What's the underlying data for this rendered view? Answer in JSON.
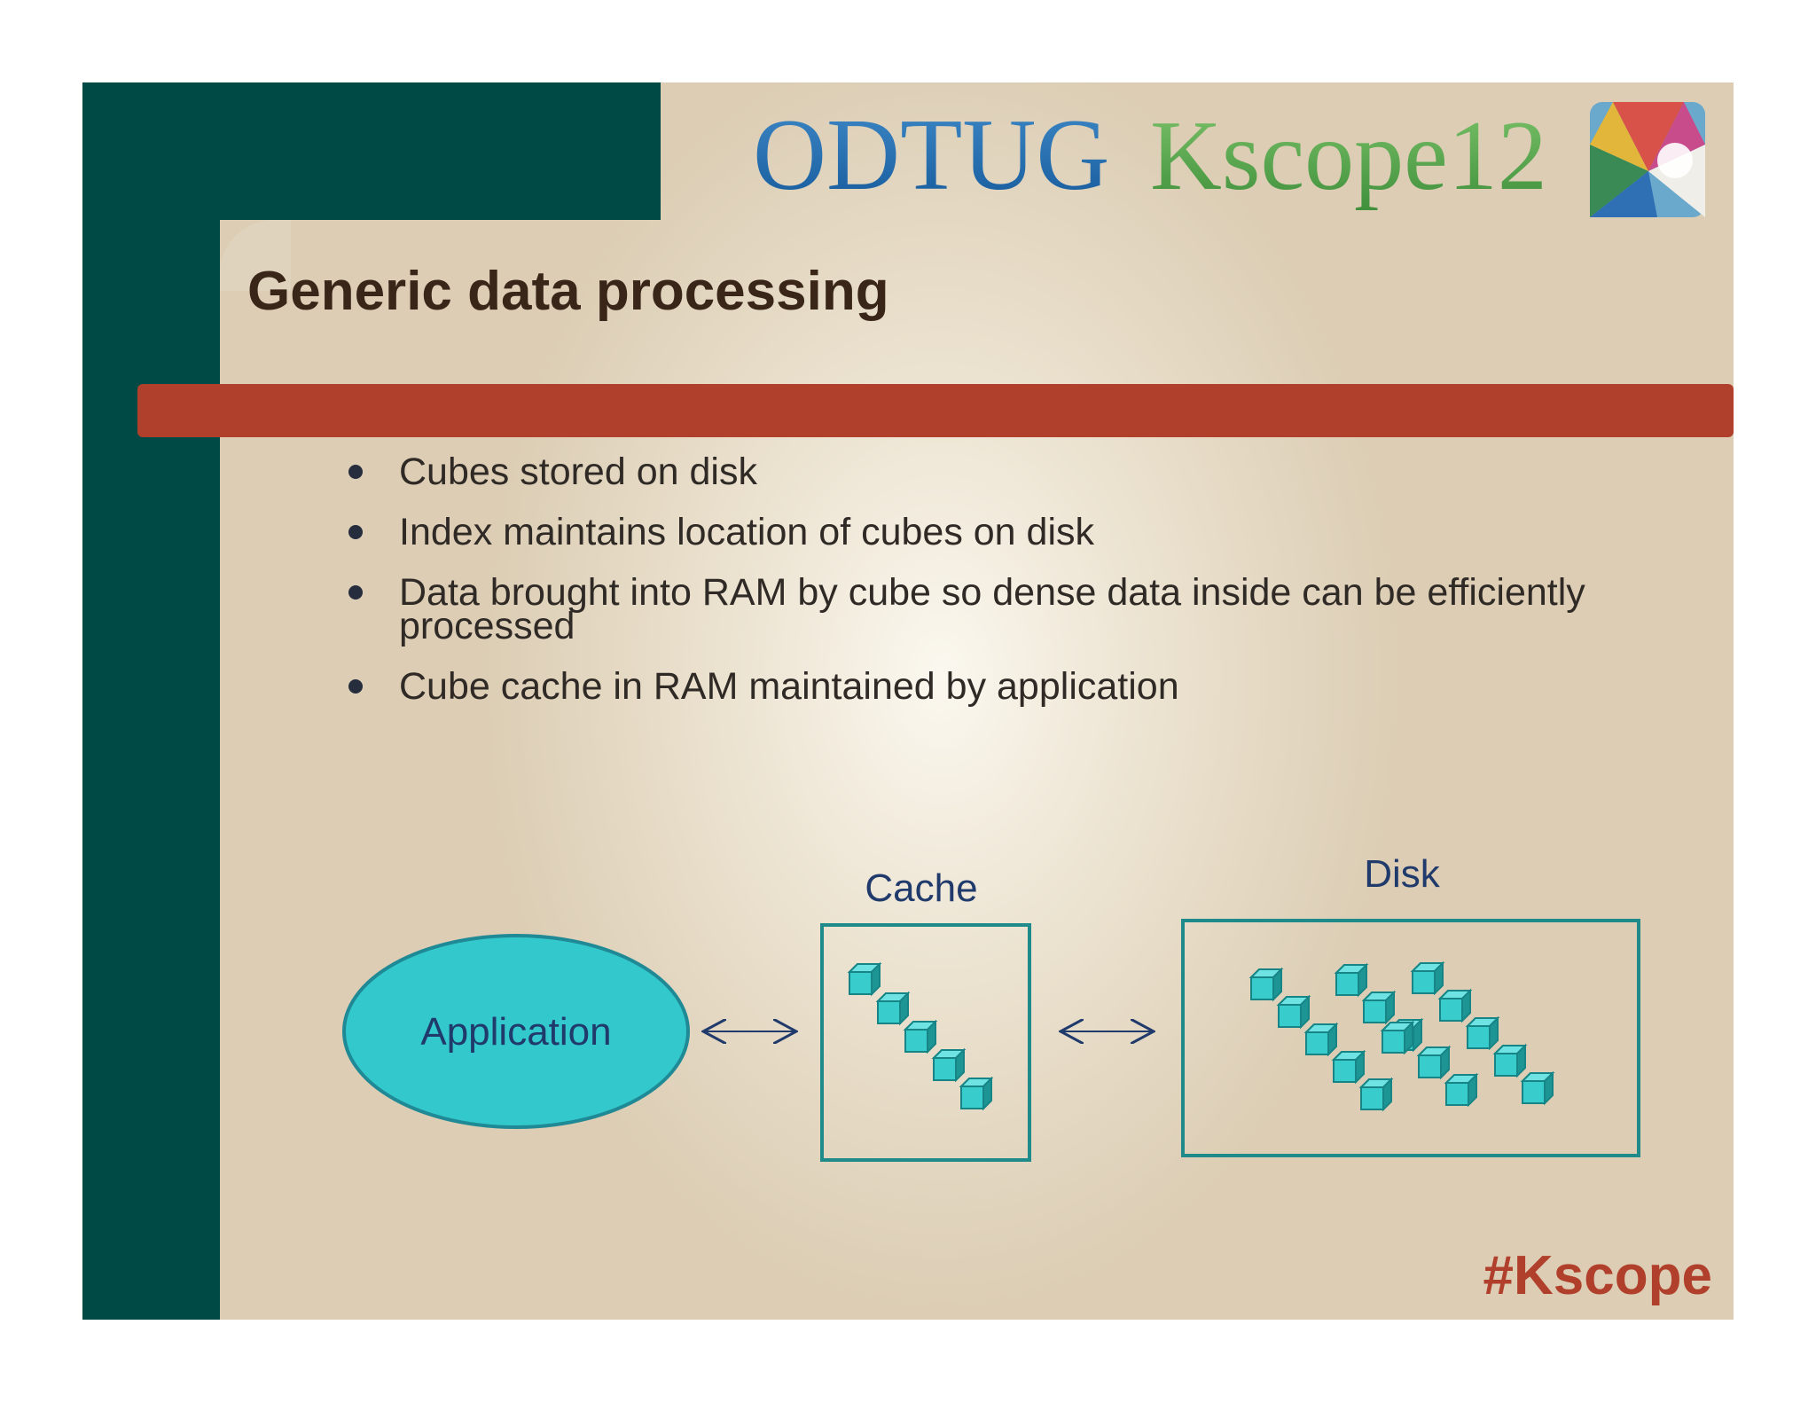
{
  "header": {
    "logo_text_a": "ODTUG",
    "logo_text_b": "Kscope12"
  },
  "slide": {
    "title": "Generic data processing",
    "bullets": [
      "Cubes stored on disk",
      "Index maintains location of cubes on disk",
      "Data brought into RAM by cube so dense data inside can be efficiently processed",
      "Cube cache in RAM maintained by application"
    ],
    "hashtag": "#Kscope"
  },
  "diagram": {
    "application_label": "Application",
    "cache_label": "Cache",
    "disk_label": "Disk"
  },
  "colors": {
    "teal_dark": "#004a45",
    "accent_red": "#b0402c",
    "cube_teal": "#33c8c8",
    "label_blue": "#1f3a6b"
  }
}
